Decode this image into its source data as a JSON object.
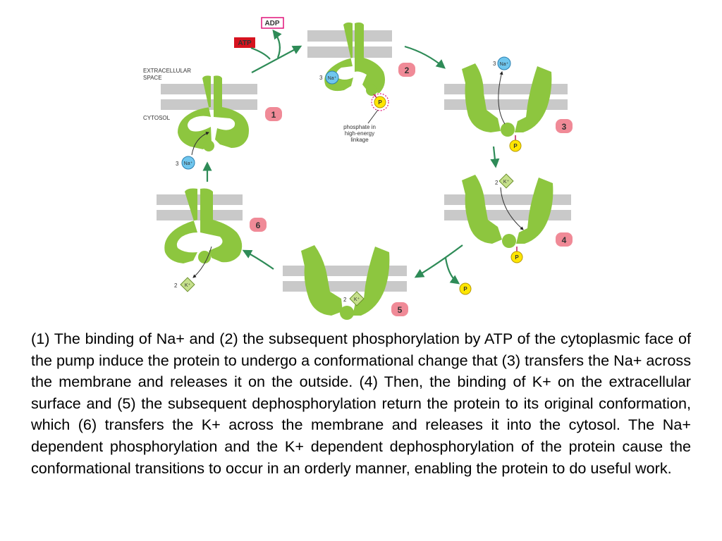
{
  "diagram": {
    "region_labels": {
      "extracellular_line1": "EXTRACELLULAR",
      "extracellular_line2": "SPACE",
      "cytosol": "CYTOSOL"
    },
    "atp": "ATP",
    "adp": "ADP",
    "na_ion": "Na⁺",
    "k_ion": "K⁺",
    "phosphate": "P",
    "ion_counts": {
      "na": "3",
      "k": "2"
    },
    "phosphate_note_lines": [
      "phosphate in",
      "high-energy",
      "linkage"
    ],
    "steps": [
      "1",
      "2",
      "3",
      "4",
      "5",
      "6"
    ],
    "colors": {
      "protein": "#8dc63f",
      "membrane": "#c9c9c9",
      "arrow": "#2e8b57",
      "na_ion": "#6fc6ee",
      "k_ion": "#c6e08c",
      "phosphate": "#ffe600",
      "atp_box": "#d7131f",
      "adp_box": "#e0147a",
      "step_badge": "#f08a97"
    }
  },
  "caption": "(1) The binding of Na+ and (2) the subsequent phosphorylation by ATP of the cytoplasmic face of the pump induce the protein to undergo a conformational change that (3) transfers the Na+ across the membrane and releases it on the outside. (4) Then, the binding of K+ on the extracellular surface and (5) the subsequent dephosphorylation return the protein to its original conformation, which (6) transfers the K+ across the membrane and releases it into the cytosol. The Na+ dependent phosphorylation and the K+ dependent dephosphorylation of the protein cause the conformational transitions to occur in an orderly manner, enabling the protein to do useful work."
}
